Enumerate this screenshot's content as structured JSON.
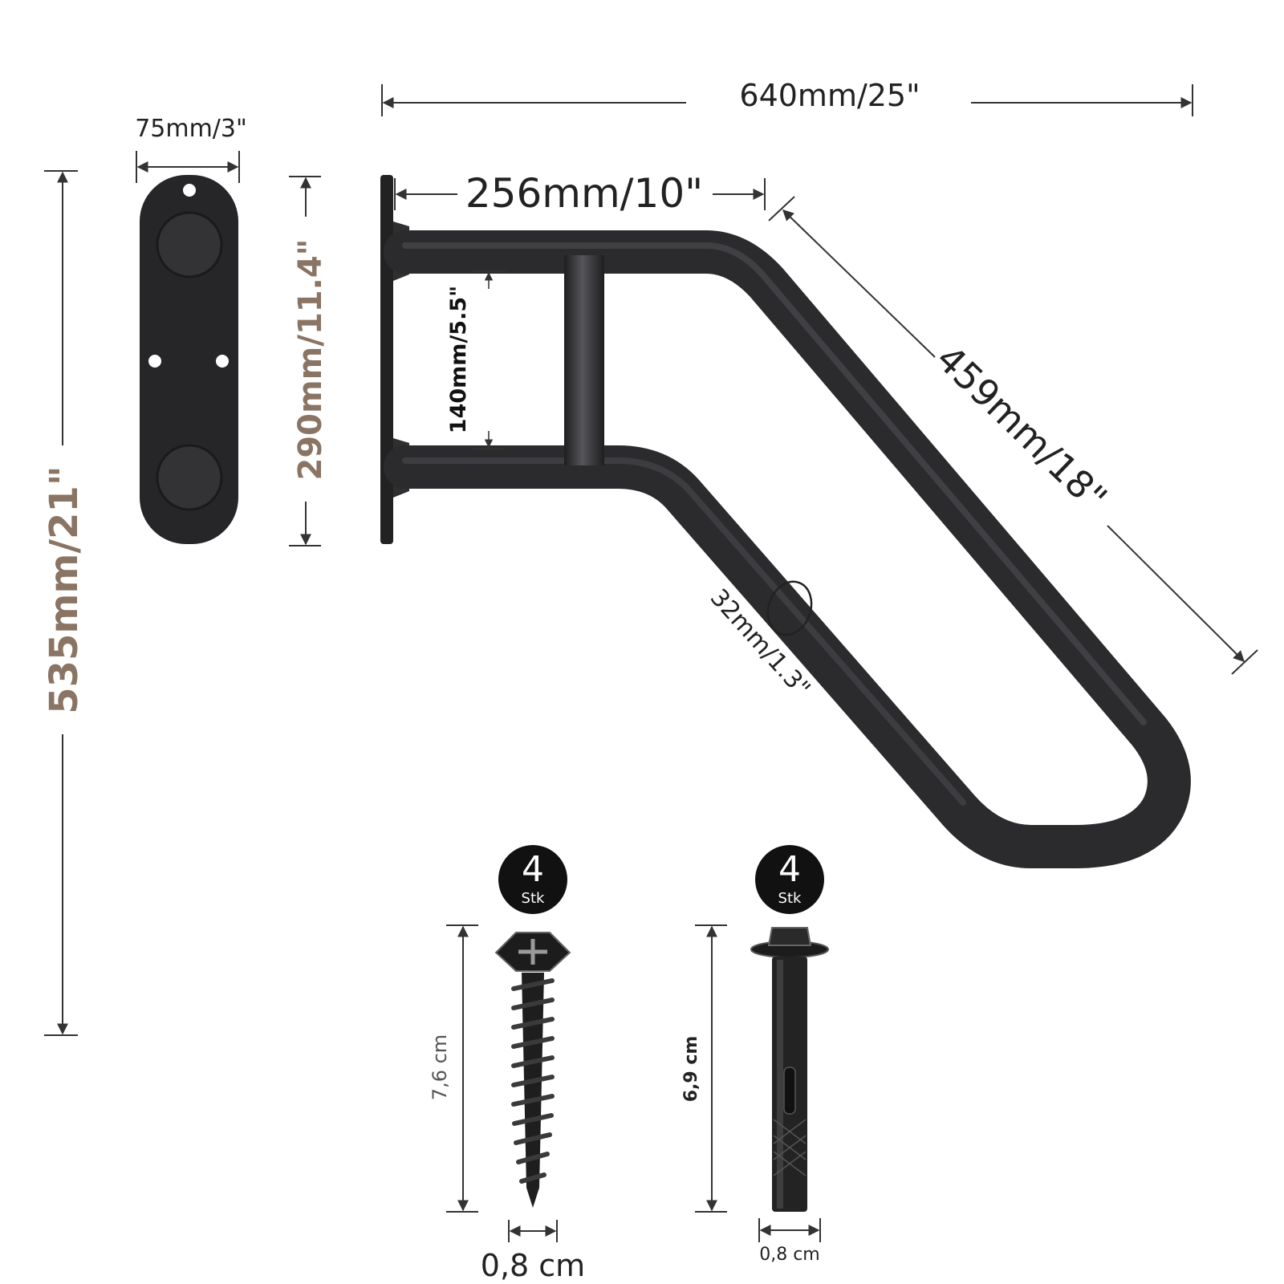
{
  "colors": {
    "rail": "#2b2b2d",
    "rail_highlight": "#4a4a4e",
    "dimension_line": "#333333",
    "accent_brown": "#8a7463",
    "badge_fill": "#111111",
    "badge_text": "#ffffff"
  },
  "dimensions": {
    "overall_width": "640mm/25\"",
    "plate_width": "75mm/3\"",
    "top_arm": "256mm/10\"",
    "diagonal": "459mm/18\"",
    "plate_height": "290mm/11.4\"",
    "arm_spacing": "140mm/5.5\"",
    "total_height": "535mm/21\"",
    "tube_diameter": "32mm/1.3\""
  },
  "hardware": {
    "screw": {
      "icon": "wood-screw-icon",
      "quantity": "4",
      "unit": "Stk",
      "length": "7,6 cm",
      "diameter": "0,8 cm"
    },
    "anchor": {
      "icon": "expansion-anchor-bolt-icon",
      "quantity": "4",
      "unit": "Stk",
      "length": "6,9 cm",
      "diameter": "0,8 cm"
    }
  }
}
